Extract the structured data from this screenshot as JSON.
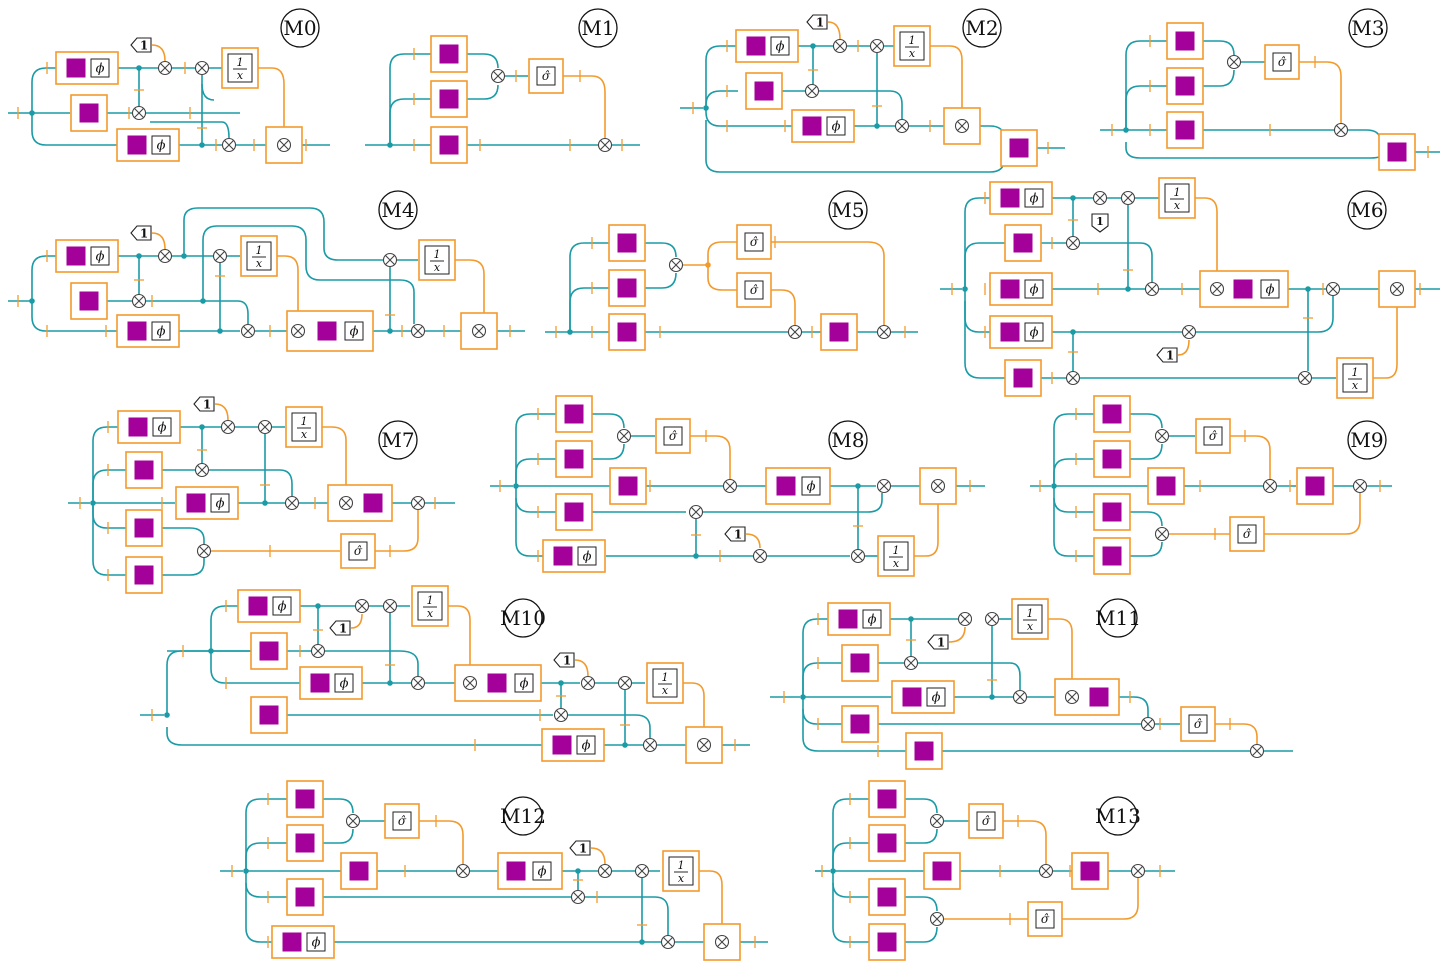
{
  "figure": {
    "modules": [
      {
        "id": "m0",
        "label": "M0"
      },
      {
        "id": "m1",
        "label": "M1"
      },
      {
        "id": "m2",
        "label": "M2"
      },
      {
        "id": "m3",
        "label": "M3"
      },
      {
        "id": "m4",
        "label": "M4"
      },
      {
        "id": "m5",
        "label": "M5"
      },
      {
        "id": "m6",
        "label": "M6"
      },
      {
        "id": "m7",
        "label": "M7"
      },
      {
        "id": "m8",
        "label": "M8"
      },
      {
        "id": "m9",
        "label": "M9"
      },
      {
        "id": "m10",
        "label": "M10"
      },
      {
        "id": "m11",
        "label": "M11"
      },
      {
        "id": "m12",
        "label": "M12"
      },
      {
        "id": "m13",
        "label": "M13"
      }
    ],
    "symbols": {
      "phi": "ϕ",
      "sigma": "σ̂",
      "inverse_num": "1",
      "inverse_den": "x",
      "unit": "1"
    },
    "colors": {
      "wire": "#1a9ba6",
      "signal": "#f39a2c",
      "block": "#a4009a"
    }
  }
}
